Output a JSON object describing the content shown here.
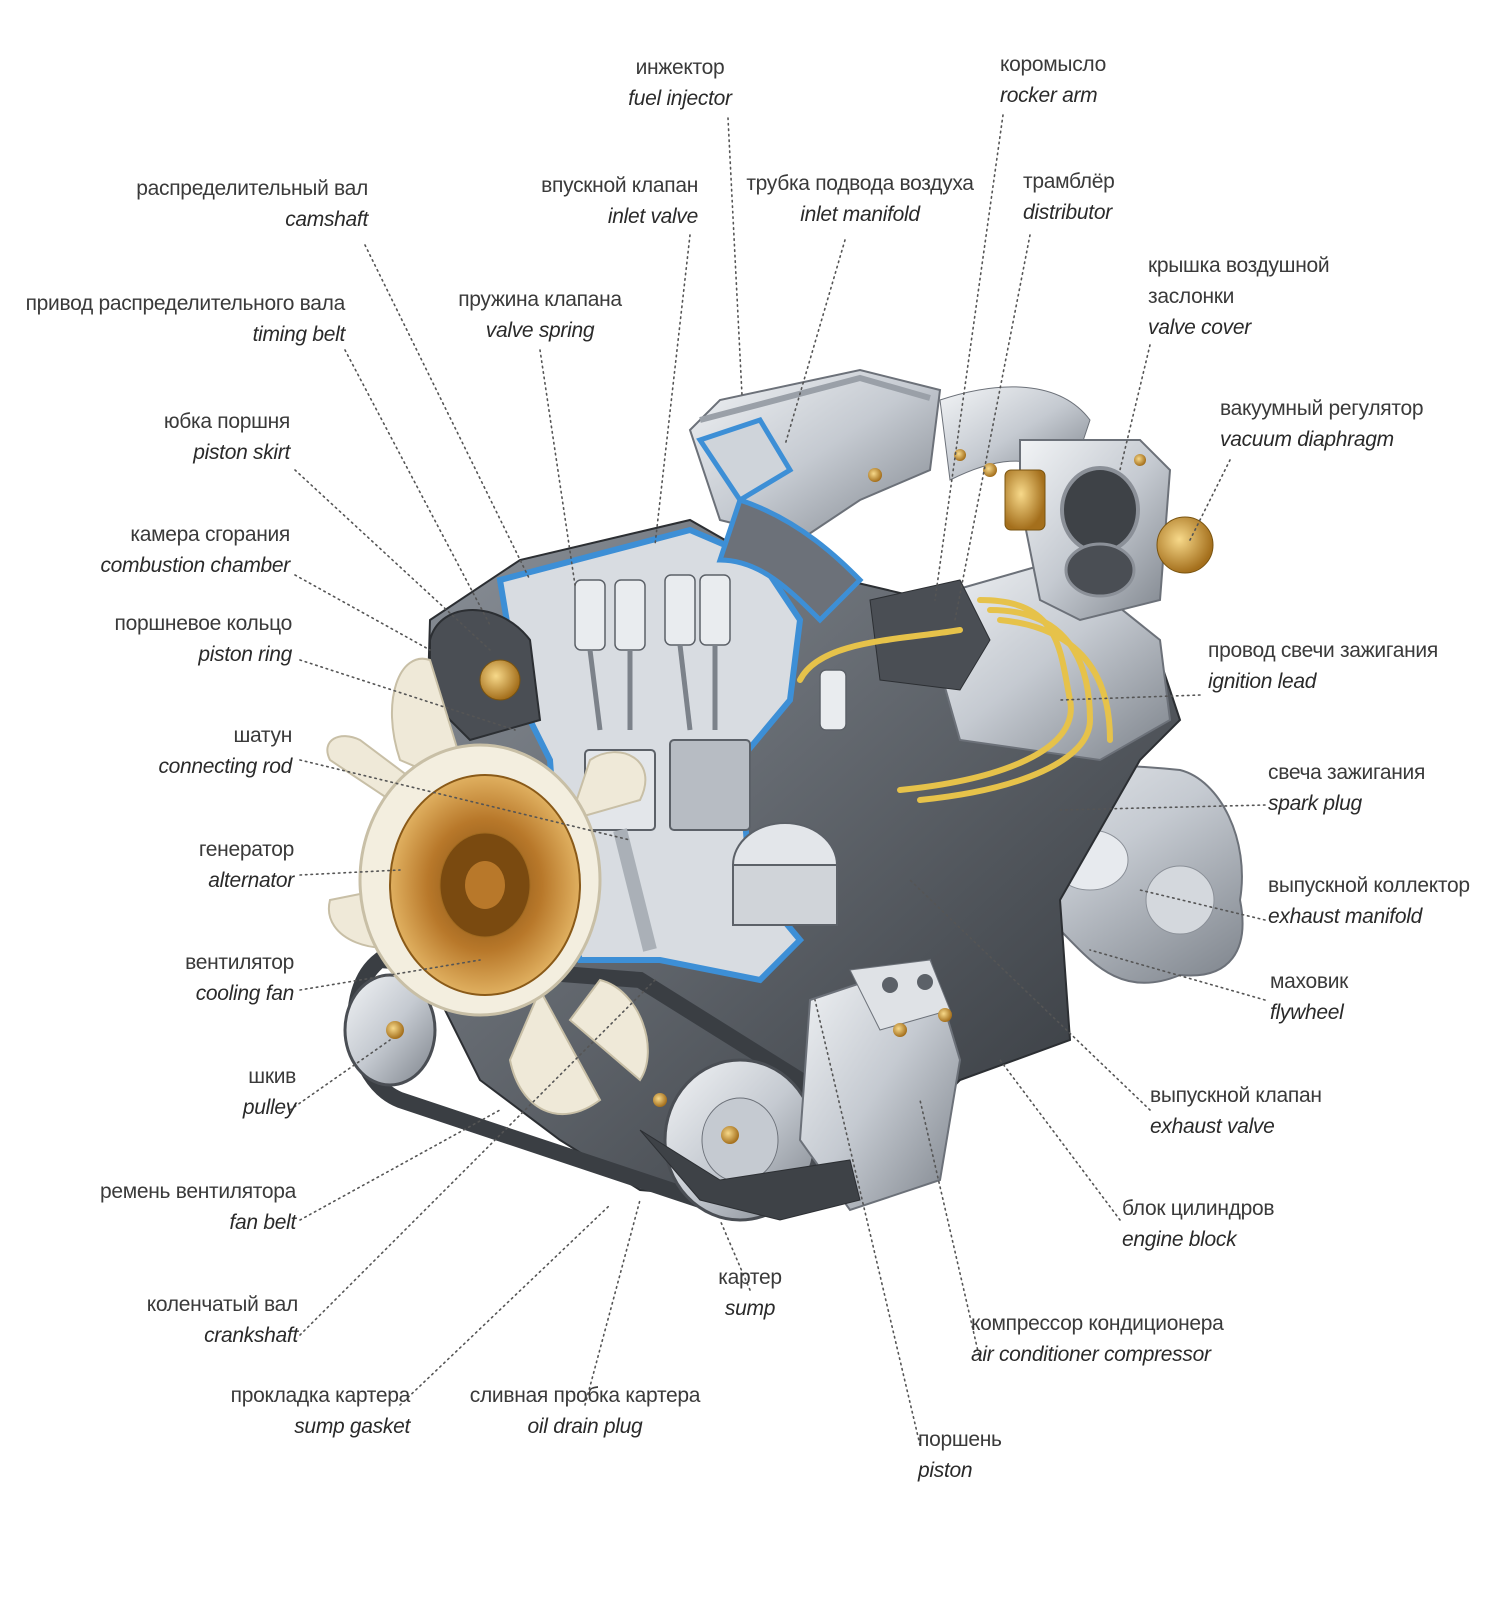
{
  "labels": {
    "fuel_injector": {
      "ru": "инжектор",
      "en": "fuel injector"
    },
    "rocker_arm": {
      "ru": "коромысло",
      "en": "rocker arm"
    },
    "camshaft": {
      "ru": "распределительный вал",
      "en": "camshaft"
    },
    "inlet_valve": {
      "ru": "впускной клапан",
      "en": "inlet valve"
    },
    "inlet_manifold": {
      "ru": "трубка подвода воздуха",
      "en": "inlet manifold"
    },
    "distributor": {
      "ru": "трамблёр",
      "en": "distributor"
    },
    "valve_cover": {
      "ru": "крышка воздушной",
      "ru2": "заслонки",
      "en": "valve cover"
    },
    "timing_belt": {
      "ru": "привод распределительного вала",
      "en": "timing belt"
    },
    "valve_spring": {
      "ru": "пружина клапана",
      "en": "valve spring"
    },
    "vacuum_diaphragm": {
      "ru": "вакуумный регулятор",
      "en": "vacuum diaphragm"
    },
    "piston_skirt": {
      "ru": "юбка поршня",
      "en": "piston skirt"
    },
    "combustion_chamber": {
      "ru": "камера сгорания",
      "en": "combustion chamber"
    },
    "piston_ring": {
      "ru": "поршневое кольцо",
      "en": "piston ring"
    },
    "ignition_lead": {
      "ru": "провод свечи зажигания",
      "en": "ignition lead"
    },
    "connecting_rod": {
      "ru": "шатун",
      "en": "connecting rod"
    },
    "spark_plug": {
      "ru": "свеча зажигания",
      "en": "spark plug"
    },
    "alternator": {
      "ru": "генератор",
      "en": "alternator"
    },
    "exhaust_manifold": {
      "ru": "выпускной коллектор",
      "en": "exhaust manifold"
    },
    "cooling_fan": {
      "ru": "вентилятор",
      "en": "cooling fan"
    },
    "flywheel": {
      "ru": "маховик",
      "en": "flywheel"
    },
    "pulley": {
      "ru": "шкив",
      "en": "pulley"
    },
    "exhaust_valve": {
      "ru": "выпускной клапан",
      "en": "exhaust valve"
    },
    "fan_belt": {
      "ru": "ремень вентилятора",
      "en": "fan belt"
    },
    "engine_block": {
      "ru": "блок цилиндров",
      "en": "engine block"
    },
    "sump": {
      "ru": "картер",
      "en": "sump"
    },
    "crankshaft": {
      "ru": "коленчатый вал",
      "en": "crankshaft"
    },
    "air_conditioner_compressor": {
      "ru": "компрессор кондиционера",
      "en": "air conditioner compressor"
    },
    "sump_gasket": {
      "ru": "прокладка картера",
      "en": "sump gasket"
    },
    "oil_drain_plug": {
      "ru": "сливная пробка картера",
      "en": "oil drain plug"
    },
    "piston": {
      "ru": "поршень",
      "en": "piston"
    }
  },
  "colors": {
    "coolant_blue": "#3d8fd6",
    "metal_light": "#d9dde2",
    "metal_dark": "#5c6168",
    "brass": "#c9942e",
    "fan_cream": "#efe9d8",
    "lead_yellow": "#e6c24a"
  }
}
